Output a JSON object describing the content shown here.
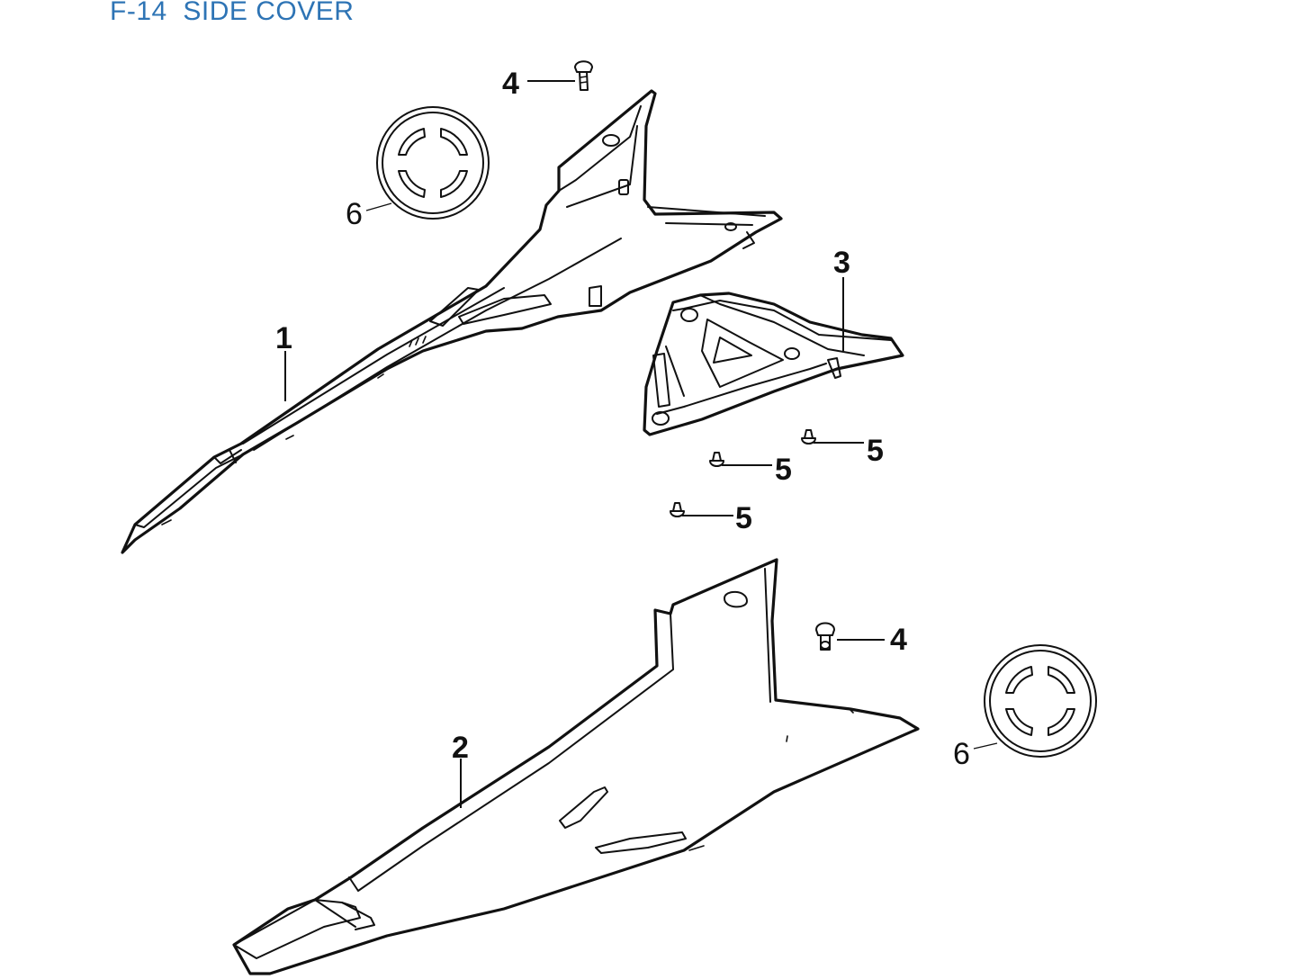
{
  "title": "F-14  SIDE COVER",
  "callouts": {
    "part1": "1",
    "part2": "2",
    "part3": "3",
    "part4_top": "4",
    "part4_bottom": "4",
    "part5_a": "5",
    "part5_b": "5",
    "part5_c": "5",
    "part6_top": "6",
    "part6_bottom": "6"
  },
  "colors": {
    "title": "#2e74b5",
    "line": "#111111"
  }
}
